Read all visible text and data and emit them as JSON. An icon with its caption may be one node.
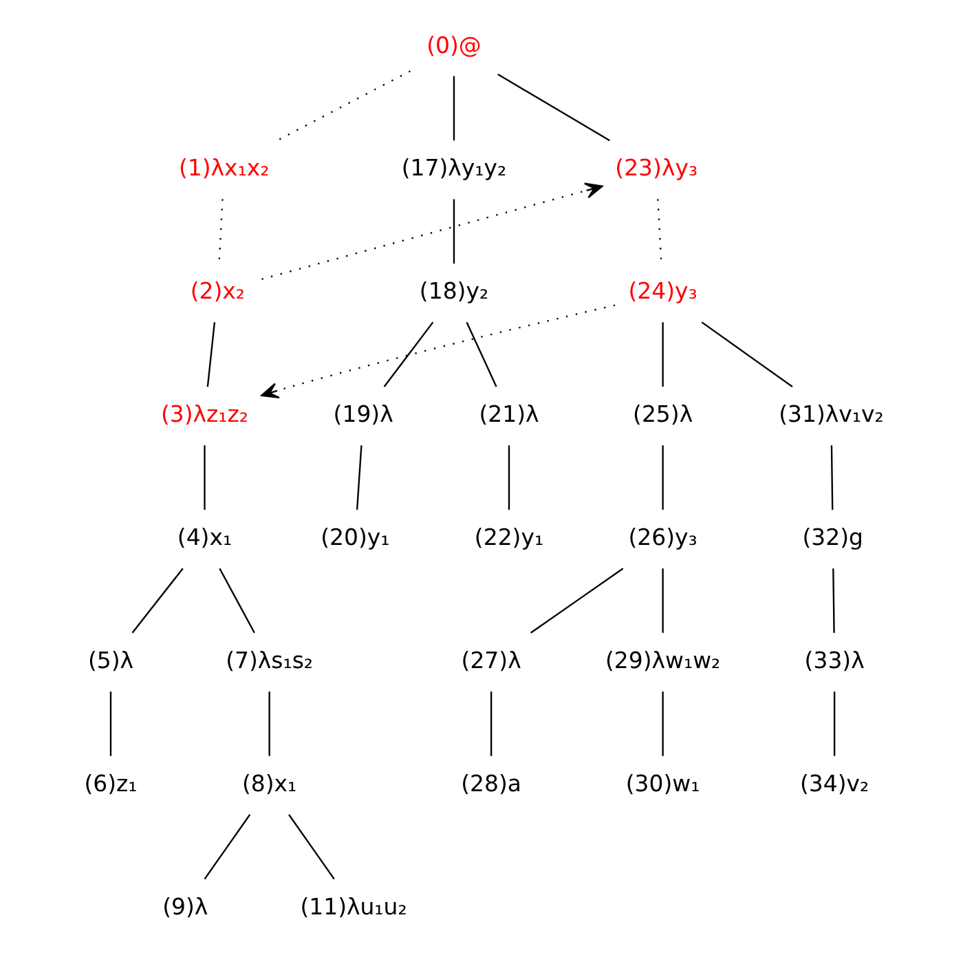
{
  "diagram": {
    "nodes": [
      {
        "text": [
          "(0)@"
        ]
      },
      {
        "text": [
          "(1)λx₁x₂"
        ]
      },
      {
        "text": [
          "(17)λy₁y₂"
        ]
      },
      {
        "text": [
          "(23)λy₃"
        ]
      },
      {
        "text": [
          "(2)x₂"
        ]
      },
      {
        "text": [
          "(18)y₂"
        ]
      },
      {
        "text": [
          "(24)y₃"
        ]
      },
      {
        "text": [
          "(3)λz₁z₂"
        ]
      },
      {
        "text": [
          "(19)λ"
        ]
      },
      {
        "text": [
          "(21)λ"
        ]
      },
      {
        "text": [
          "(25)λ"
        ]
      },
      {
        "text": [
          "(31)λv₁v₂"
        ]
      },
      {
        "text": [
          "(4)x₁"
        ]
      },
      {
        "text": [
          "(20)y₁"
        ]
      },
      {
        "text": [
          "(22)y₁"
        ]
      },
      {
        "text": [
          "(26)y₃"
        ]
      },
      {
        "text": [
          "(32)g"
        ]
      },
      {
        "text": [
          "(5)λ"
        ]
      },
      {
        "text": [
          "(7)λs₁s₂"
        ]
      },
      {
        "text": [
          "(27)λ"
        ]
      },
      {
        "text": [
          "(29)λw₁w₂"
        ]
      },
      {
        "text": [
          "(33)λ"
        ]
      },
      {
        "text": [
          "(6)z₁"
        ]
      },
      {
        "text": [
          "(8)x₁"
        ]
      },
      {
        "text": [
          "(28)a"
        ]
      },
      {
        "text": [
          "(30)w₁"
        ]
      },
      {
        "text": [
          "(34)v₂"
        ]
      },
      {
        "text": [
          "(9)λ"
        ]
      },
      {
        "text": [
          "(11)λu₁u₂"
        ]
      }
    ],
    "edges": [
      {
        "from": 0,
        "to": 1,
        "arrow": "none",
        "style": "dashed"
      },
      {
        "from": 0,
        "to": 2,
        "arrow": "none"
      },
      {
        "from": 0,
        "to": 3,
        "arrow": "none"
      },
      {
        "from": 1,
        "to": 4,
        "arrow": "none",
        "style": "dashed"
      },
      {
        "from": 4,
        "to": 3,
        "arrow": "to",
        "style": "dashed"
      },
      {
        "from": 2,
        "to": 5,
        "arrow": "none"
      },
      {
        "from": 3,
        "to": 6,
        "arrow": "none",
        "style": "dashed"
      },
      {
        "from": 5,
        "to": 8,
        "arrow": "none"
      },
      {
        "from": 5,
        "to": 9,
        "arrow": "none"
      },
      {
        "from": 6,
        "to": 7,
        "arrow": "to",
        "style": "dashed"
      },
      {
        "from": 6,
        "to": 10,
        "arrow": "none"
      },
      {
        "from": 6,
        "to": 11,
        "arrow": "none"
      },
      {
        "from": 4,
        "to": 7,
        "arrow": "none"
      },
      {
        "from": 8,
        "to": 13,
        "arrow": "none"
      },
      {
        "from": 9,
        "to": 14,
        "arrow": "none"
      },
      {
        "from": 10,
        "to": 15,
        "arrow": "none"
      },
      {
        "from": 11,
        "to": 16,
        "arrow": "none"
      },
      {
        "from": 7,
        "to": 12,
        "arrow": "none"
      },
      {
        "from": 12,
        "to": 17,
        "arrow": "none"
      },
      {
        "from": 12,
        "to": 18,
        "arrow": "none"
      },
      {
        "from": 15,
        "to": 19,
        "arrow": "none"
      },
      {
        "from": 15,
        "to": 20,
        "arrow": "none"
      },
      {
        "from": 16,
        "to": 21,
        "arrow": "none"
      },
      {
        "from": 17,
        "to": 22,
        "arrow": "none"
      },
      {
        "from": 18,
        "to": 23,
        "arrow": "none"
      },
      {
        "from": 19,
        "to": 24,
        "arrow": "none"
      },
      {
        "from": 20,
        "to": 25,
        "arrow": "none"
      },
      {
        "from": 21,
        "to": 26,
        "arrow": "none"
      },
      {
        "from": 23,
        "to": 27,
        "arrow": "none"
      },
      {
        "from": 23,
        "to": 28,
        "arrow": "none"
      }
    ]
  }
}
